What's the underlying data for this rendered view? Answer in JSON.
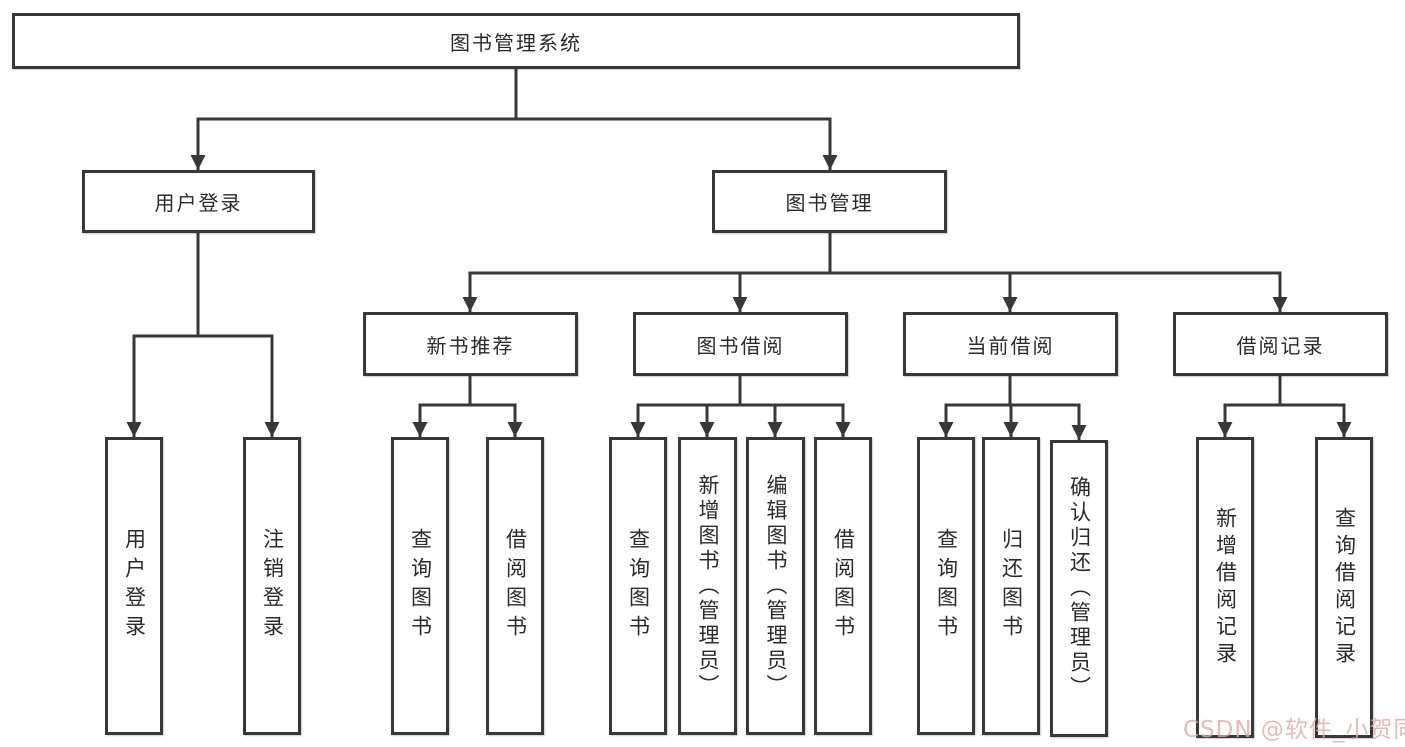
{
  "diagram": {
    "title": "图书管理系统",
    "root_label": "图书管理系统",
    "user_login_label": "用户登录",
    "book_mgmt_label": "图书管理",
    "modules": [
      "新书推荐",
      "图书借阅",
      "当前借阅",
      "借阅记录"
    ],
    "user_leaves": [
      "用户登录",
      "注销登录"
    ],
    "newbook_leaves": [
      "查询图书",
      "借阅图书"
    ],
    "borrow_leaves": [
      "查询图书",
      "新增图书（管理员）",
      "编辑图书（管理员）",
      "借阅图书"
    ],
    "current_leaves": [
      "查询图书",
      "归还图书",
      "确认归还（管理员）"
    ],
    "records_leaves": [
      "新增借阅记录",
      "查询借阅记录"
    ]
  },
  "watermark": {
    "text": "CSDN @软件_小贺同学",
    "color": "#e2aaa4"
  },
  "colors": {
    "line": "#383838",
    "text": "#2b2b2b",
    "background": "#ffffff"
  }
}
